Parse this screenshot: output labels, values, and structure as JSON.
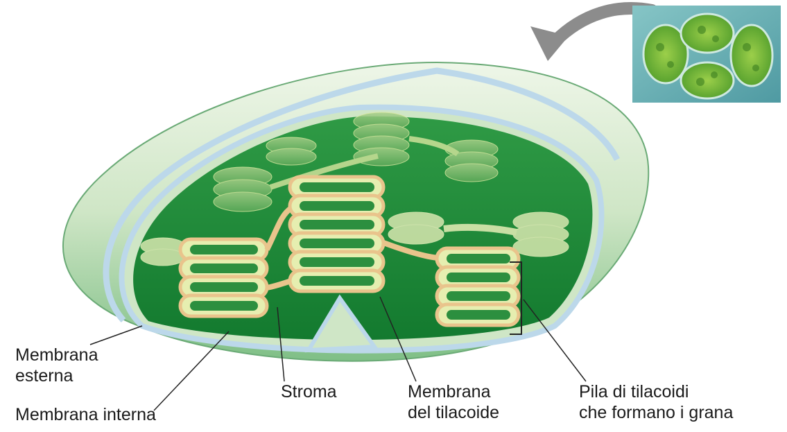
{
  "labels": {
    "outer_membrane": [
      "Membrana",
      "esterna"
    ],
    "inner_membrane": "Membrana interna",
    "stroma": "Stroma",
    "thylakoid_membrane": [
      "Membrana",
      "del tilacoide"
    ],
    "granum_stack": [
      "Pila di tilacoidi",
      "che formano i grana"
    ]
  },
  "colors": {
    "outer_green": "#cfe6c6",
    "membrane_blue": "#bcd8ea",
    "stroma_green": "#1f8a3a",
    "thylakoid_fill": "#e6eeb0",
    "thylakoid_edge": "#e9c48c",
    "lumen_green": "#2c8f3f",
    "arrow_gray": "#8c8c8c",
    "photo_bg": "#6fb2b8"
  },
  "icons": {
    "arrow": "curved-arrow-icon"
  }
}
